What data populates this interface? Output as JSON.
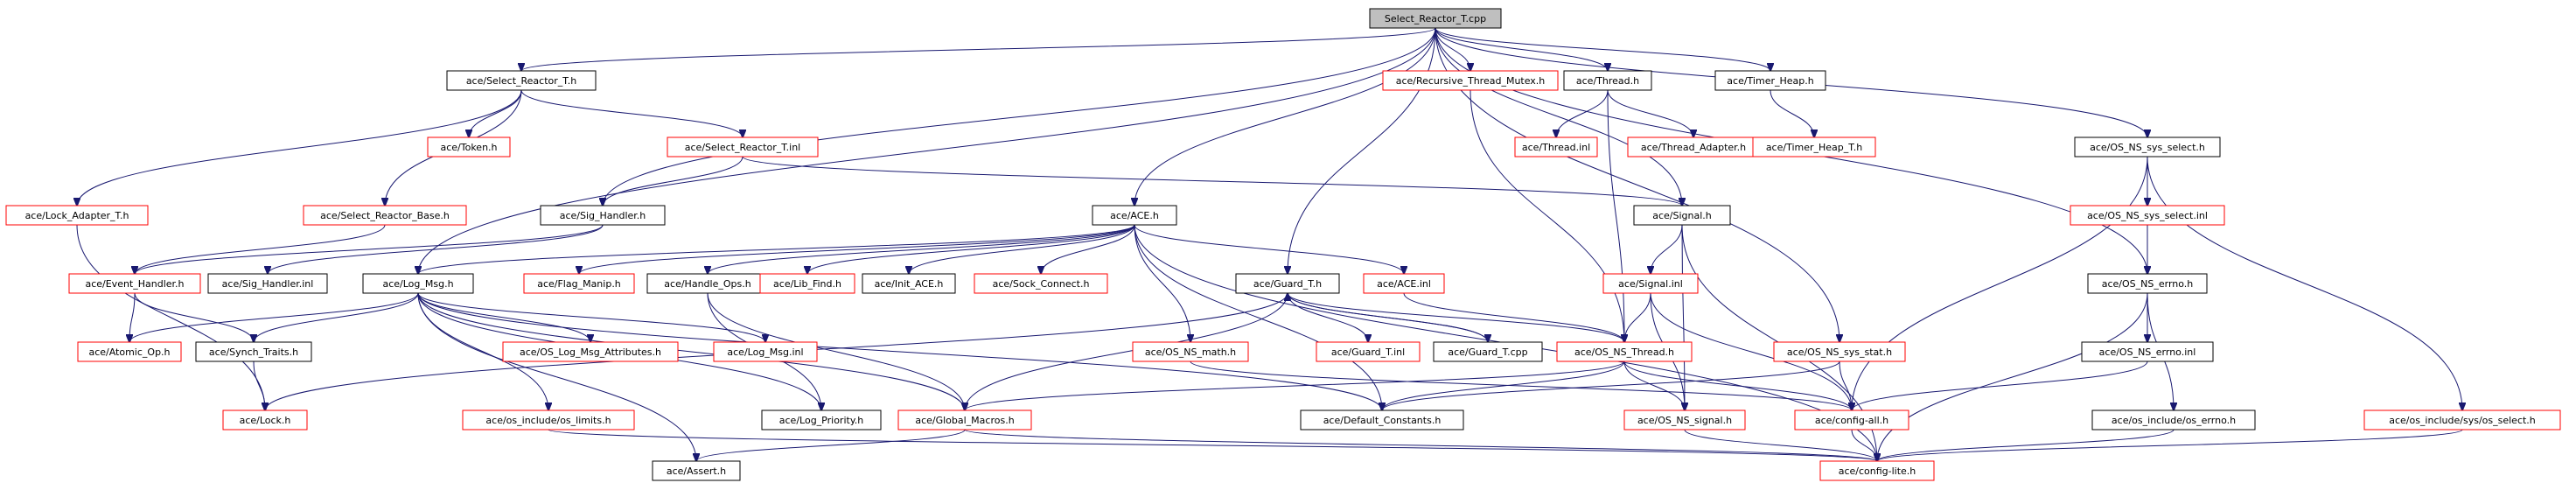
{
  "graph": {
    "title": "Select_Reactor_T.cpp",
    "colors": {
      "edge": "#191970",
      "documented_border": "#000000",
      "undocumented_border": "#ff0000",
      "root_fill": "#bfbfbf",
      "node_fill": "#ffffff"
    },
    "nodes": [
      {
        "id": "root",
        "label": "Select_Reactor_T.cpp",
        "kind": "root"
      },
      {
        "id": "select_reactor_t_h",
        "label": "ace/Select_Reactor_T.h",
        "kind": "doc"
      },
      {
        "id": "recursive_thread_mutex_h",
        "label": "ace/Recursive_Thread_Mutex.h",
        "kind": "undoc"
      },
      {
        "id": "thread_h",
        "label": "ace/Thread.h",
        "kind": "doc"
      },
      {
        "id": "timer_heap_h",
        "label": "ace/Timer_Heap.h",
        "kind": "doc"
      },
      {
        "id": "token_h",
        "label": "ace/Token.h",
        "kind": "undoc"
      },
      {
        "id": "select_reactor_t_inl",
        "label": "ace/Select_Reactor_T.inl",
        "kind": "undoc"
      },
      {
        "id": "thread_inl",
        "label": "ace/Thread.inl",
        "kind": "undoc"
      },
      {
        "id": "thread_adapter_h",
        "label": "ace/Thread_Adapter.h",
        "kind": "undoc"
      },
      {
        "id": "timer_heap_t_h",
        "label": "ace/Timer_Heap_T.h",
        "kind": "undoc"
      },
      {
        "id": "os_ns_sys_select_h",
        "label": "ace/OS_NS_sys_select.h",
        "kind": "doc"
      },
      {
        "id": "lock_adapter_t_h",
        "label": "ace/Lock_Adapter_T.h",
        "kind": "undoc"
      },
      {
        "id": "select_reactor_base_h",
        "label": "ace/Select_Reactor_Base.h",
        "kind": "undoc"
      },
      {
        "id": "sig_handler_h",
        "label": "ace/Sig_Handler.h",
        "kind": "doc"
      },
      {
        "id": "ace_h",
        "label": "ace/ACE.h",
        "kind": "doc"
      },
      {
        "id": "signal_h",
        "label": "ace/Signal.h",
        "kind": "doc"
      },
      {
        "id": "os_ns_sys_select_inl",
        "label": "ace/OS_NS_sys_select.inl",
        "kind": "undoc"
      },
      {
        "id": "event_handler_h",
        "label": "ace/Event_Handler.h",
        "kind": "undoc"
      },
      {
        "id": "sig_handler_inl",
        "label": "ace/Sig_Handler.inl",
        "kind": "doc"
      },
      {
        "id": "log_msg_h",
        "label": "ace/Log_Msg.h",
        "kind": "doc"
      },
      {
        "id": "flag_manip_h",
        "label": "ace/Flag_Manip.h",
        "kind": "undoc"
      },
      {
        "id": "handle_ops_h",
        "label": "ace/Handle_Ops.h",
        "kind": "doc"
      },
      {
        "id": "lib_find_h",
        "label": "ace/Lib_Find.h",
        "kind": "undoc"
      },
      {
        "id": "init_ace_h",
        "label": "ace/Init_ACE.h",
        "kind": "doc"
      },
      {
        "id": "sock_connect_h",
        "label": "ace/Sock_Connect.h",
        "kind": "undoc"
      },
      {
        "id": "guard_t_h",
        "label": "ace/Guard_T.h",
        "kind": "doc"
      },
      {
        "id": "ace_inl",
        "label": "ace/ACE.inl",
        "kind": "undoc"
      },
      {
        "id": "signal_inl",
        "label": "ace/Signal.inl",
        "kind": "undoc"
      },
      {
        "id": "os_ns_errno_h",
        "label": "ace/OS_NS_errno.h",
        "kind": "doc"
      },
      {
        "id": "atomic_op_h",
        "label": "ace/Atomic_Op.h",
        "kind": "undoc"
      },
      {
        "id": "synch_traits_h",
        "label": "ace/Synch_Traits.h",
        "kind": "doc"
      },
      {
        "id": "os_log_msg_attributes_h",
        "label": "ace/OS_Log_Msg_Attributes.h",
        "kind": "undoc"
      },
      {
        "id": "log_msg_inl",
        "label": "ace/Log_Msg.inl",
        "kind": "undoc"
      },
      {
        "id": "os_ns_math_h",
        "label": "ace/OS_NS_math.h",
        "kind": "undoc"
      },
      {
        "id": "guard_t_inl",
        "label": "ace/Guard_T.inl",
        "kind": "undoc"
      },
      {
        "id": "guard_t_cpp",
        "label": "ace/Guard_T.cpp",
        "kind": "doc"
      },
      {
        "id": "os_ns_thread_h",
        "label": "ace/OS_NS_Thread.h",
        "kind": "undoc"
      },
      {
        "id": "os_ns_sys_stat_h",
        "label": "ace/OS_NS_sys_stat.h",
        "kind": "undoc"
      },
      {
        "id": "os_ns_errno_inl",
        "label": "ace/OS_NS_errno.inl",
        "kind": "doc"
      },
      {
        "id": "lock_h",
        "label": "ace/Lock.h",
        "kind": "undoc"
      },
      {
        "id": "os_limits_h",
        "label": "ace/os_include/os_limits.h",
        "kind": "undoc"
      },
      {
        "id": "log_priority_h",
        "label": "ace/Log_Priority.h",
        "kind": "doc"
      },
      {
        "id": "global_macros_h",
        "label": "ace/Global_Macros.h",
        "kind": "undoc"
      },
      {
        "id": "default_constants_h",
        "label": "ace/Default_Constants.h",
        "kind": "doc"
      },
      {
        "id": "os_ns_signal_h",
        "label": "ace/OS_NS_signal.h",
        "kind": "undoc"
      },
      {
        "id": "config_all_h",
        "label": "ace/config-all.h",
        "kind": "undoc"
      },
      {
        "id": "os_errno_h",
        "label": "ace/os_include/os_errno.h",
        "kind": "doc"
      },
      {
        "id": "sys_os_select_h",
        "label": "ace/os_include/sys/os_select.h",
        "kind": "undoc"
      },
      {
        "id": "assert_h",
        "label": "ace/Assert.h",
        "kind": "doc"
      },
      {
        "id": "config_lite_h",
        "label": "ace/config-lite.h",
        "kind": "undoc"
      }
    ],
    "edges": [
      [
        "root",
        "select_reactor_t_h"
      ],
      [
        "root",
        "recursive_thread_mutex_h"
      ],
      [
        "root",
        "thread_h"
      ],
      [
        "root",
        "timer_heap_h"
      ],
      [
        "root",
        "os_ns_sys_select_h"
      ],
      [
        "root",
        "ace_h"
      ],
      [
        "root",
        "sig_handler_h"
      ],
      [
        "root",
        "log_msg_h"
      ],
      [
        "root",
        "guard_t_h"
      ],
      [
        "root",
        "signal_h"
      ],
      [
        "root",
        "os_ns_errno_h"
      ],
      [
        "root",
        "os_ns_sys_stat_h"
      ],
      [
        "select_reactor_t_h",
        "token_h"
      ],
      [
        "select_reactor_t_h",
        "select_reactor_t_inl"
      ],
      [
        "select_reactor_t_h",
        "lock_adapter_t_h"
      ],
      [
        "select_reactor_t_h",
        "select_reactor_base_h"
      ],
      [
        "select_reactor_t_inl",
        "sig_handler_h"
      ],
      [
        "select_reactor_t_inl",
        "signal_h"
      ],
      [
        "thread_h",
        "thread_inl"
      ],
      [
        "thread_h",
        "thread_adapter_h"
      ],
      [
        "thread_h",
        "os_ns_thread_h"
      ],
      [
        "timer_heap_h",
        "timer_heap_t_h"
      ],
      [
        "recursive_thread_mutex_h",
        "os_ns_thread_h"
      ],
      [
        "os_ns_sys_select_h",
        "os_ns_sys_select_inl"
      ],
      [
        "os_ns_sys_select_h",
        "sys_os_select_h"
      ],
      [
        "os_ns_sys_select_h",
        "config_all_h"
      ],
      [
        "os_ns_sys_select_inl",
        "os_ns_errno_h"
      ],
      [
        "os_ns_errno_h",
        "os_ns_errno_inl"
      ],
      [
        "os_ns_errno_h",
        "os_errno_h"
      ],
      [
        "os_ns_errno_h",
        "config_lite_h"
      ],
      [
        "os_ns_errno_inl",
        "config_all_h"
      ],
      [
        "lock_adapter_t_h",
        "lock_h"
      ],
      [
        "select_reactor_base_h",
        "event_handler_h"
      ],
      [
        "sig_handler_h",
        "event_handler_h"
      ],
      [
        "sig_handler_h",
        "sig_handler_inl"
      ],
      [
        "event_handler_h",
        "atomic_op_h"
      ],
      [
        "event_handler_h",
        "synch_traits_h"
      ],
      [
        "synch_traits_h",
        "lock_h"
      ],
      [
        "ace_h",
        "log_msg_h"
      ],
      [
        "ace_h",
        "flag_manip_h"
      ],
      [
        "ace_h",
        "handle_ops_h"
      ],
      [
        "ace_h",
        "lib_find_h"
      ],
      [
        "ace_h",
        "init_ace_h"
      ],
      [
        "ace_h",
        "sock_connect_h"
      ],
      [
        "ace_h",
        "ace_inl"
      ],
      [
        "ace_h",
        "os_ns_math_h"
      ],
      [
        "ace_h",
        "default_constants_h"
      ],
      [
        "ace_h",
        "config_lite_h"
      ],
      [
        "log_msg_h",
        "atomic_op_h"
      ],
      [
        "log_msg_h",
        "synch_traits_h"
      ],
      [
        "log_msg_h",
        "os_log_msg_attributes_h"
      ],
      [
        "log_msg_h",
        "log_msg_inl"
      ],
      [
        "log_msg_h",
        "os_limits_h"
      ],
      [
        "log_msg_h",
        "log_priority_h"
      ],
      [
        "log_msg_h",
        "global_macros_h"
      ],
      [
        "log_msg_h",
        "default_constants_h"
      ],
      [
        "log_msg_h",
        "assert_h"
      ],
      [
        "handle_ops_h",
        "global_macros_h"
      ],
      [
        "handle_ops_h",
        "log_priority_h"
      ],
      [
        "ace_inl",
        "os_ns_thread_h"
      ],
      [
        "guard_t_h",
        "lock_h"
      ],
      [
        "guard_t_h",
        "global_macros_h"
      ],
      [
        "guard_t_h",
        "guard_t_inl"
      ],
      [
        "guard_t_h",
        "guard_t_cpp"
      ],
      [
        "guard_t_h",
        "os_ns_thread_h"
      ],
      [
        "guard_t_cpp",
        "guard_t_h"
      ],
      [
        "os_ns_math_h",
        "config_all_h"
      ],
      [
        "os_ns_thread_h",
        "global_macros_h"
      ],
      [
        "os_ns_thread_h",
        "default_constants_h"
      ],
      [
        "os_ns_thread_h",
        "os_ns_signal_h"
      ],
      [
        "os_ns_thread_h",
        "config_all_h"
      ],
      [
        "signal_h",
        "signal_inl"
      ],
      [
        "signal_h",
        "os_ns_signal_h"
      ],
      [
        "signal_h",
        "config_lite_h"
      ],
      [
        "signal_inl",
        "os_ns_thread_h"
      ],
      [
        "signal_inl",
        "os_ns_signal_h"
      ],
      [
        "signal_inl",
        "config_all_h"
      ],
      [
        "os_ns_sys_stat_h",
        "config_all_h"
      ],
      [
        "os_ns_sys_stat_h",
        "default_constants_h"
      ],
      [
        "os_ns_signal_h",
        "config_lite_h"
      ],
      [
        "config_all_h",
        "config_lite_h"
      ],
      [
        "os_limits_h",
        "config_lite_h"
      ],
      [
        "global_macros_h",
        "assert_h"
      ],
      [
        "global_macros_h",
        "config_lite_h"
      ],
      [
        "os_errno_h",
        "config_lite_h"
      ],
      [
        "sys_os_select_h",
        "config_lite_h"
      ]
    ]
  }
}
